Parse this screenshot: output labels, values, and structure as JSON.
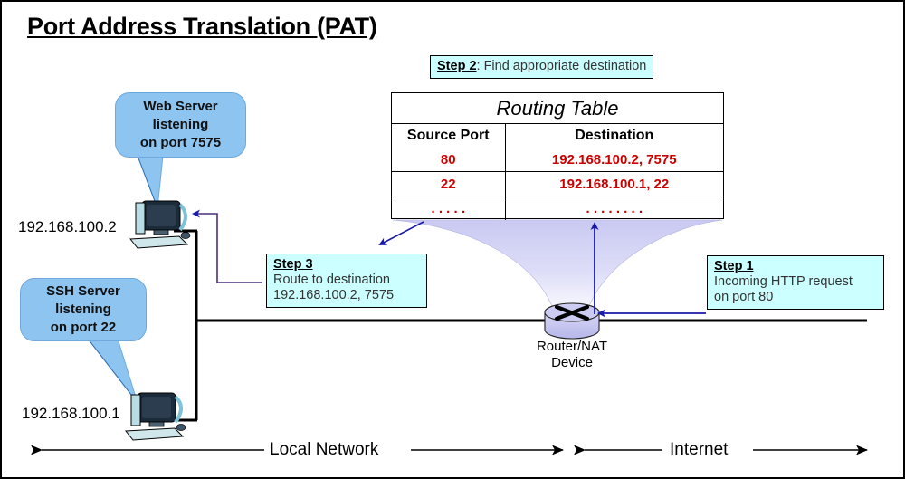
{
  "title": "Port Address Translation (PAT)",
  "steps": {
    "step1": {
      "label": "Step 1",
      "line1": "Incoming HTTP request",
      "line2": "on port 80"
    },
    "step2": {
      "label": "Step 2",
      "text": ": Find appropriate destination"
    },
    "step3": {
      "label": "Step 3",
      "line1": "Route to destination",
      "line2": "192.168.100.2, 7575"
    }
  },
  "routing_table": {
    "title": "Routing Table",
    "columns": [
      "Source Port",
      "Destination"
    ],
    "rows": [
      [
        "80",
        "192.168.100.2, 7575"
      ],
      [
        "22",
        "192.168.100.1, 22"
      ],
      [
        ". . . . .",
        ". . . . . . . ."
      ]
    ]
  },
  "callouts": {
    "web": {
      "line1": "Web Server",
      "line2": "listening",
      "line3": "on port 7575"
    },
    "ssh": {
      "line1": "SSH Server",
      "line2": "listening",
      "line3": "on port 22"
    }
  },
  "hosts": {
    "web_ip": "192.168.100.2",
    "ssh_ip": "192.168.100.1"
  },
  "router": {
    "line1": "Router/NAT",
    "line2": "Device"
  },
  "legend": {
    "left": "Local Network",
    "right": "Internet"
  },
  "colors": {
    "callout_blue": "#8ec5f0",
    "step_cyan": "#ccffff",
    "table_red": "#cc0000",
    "funnel_lavender": "#ccccf5",
    "arrow_blue": "#1a1aaa"
  }
}
